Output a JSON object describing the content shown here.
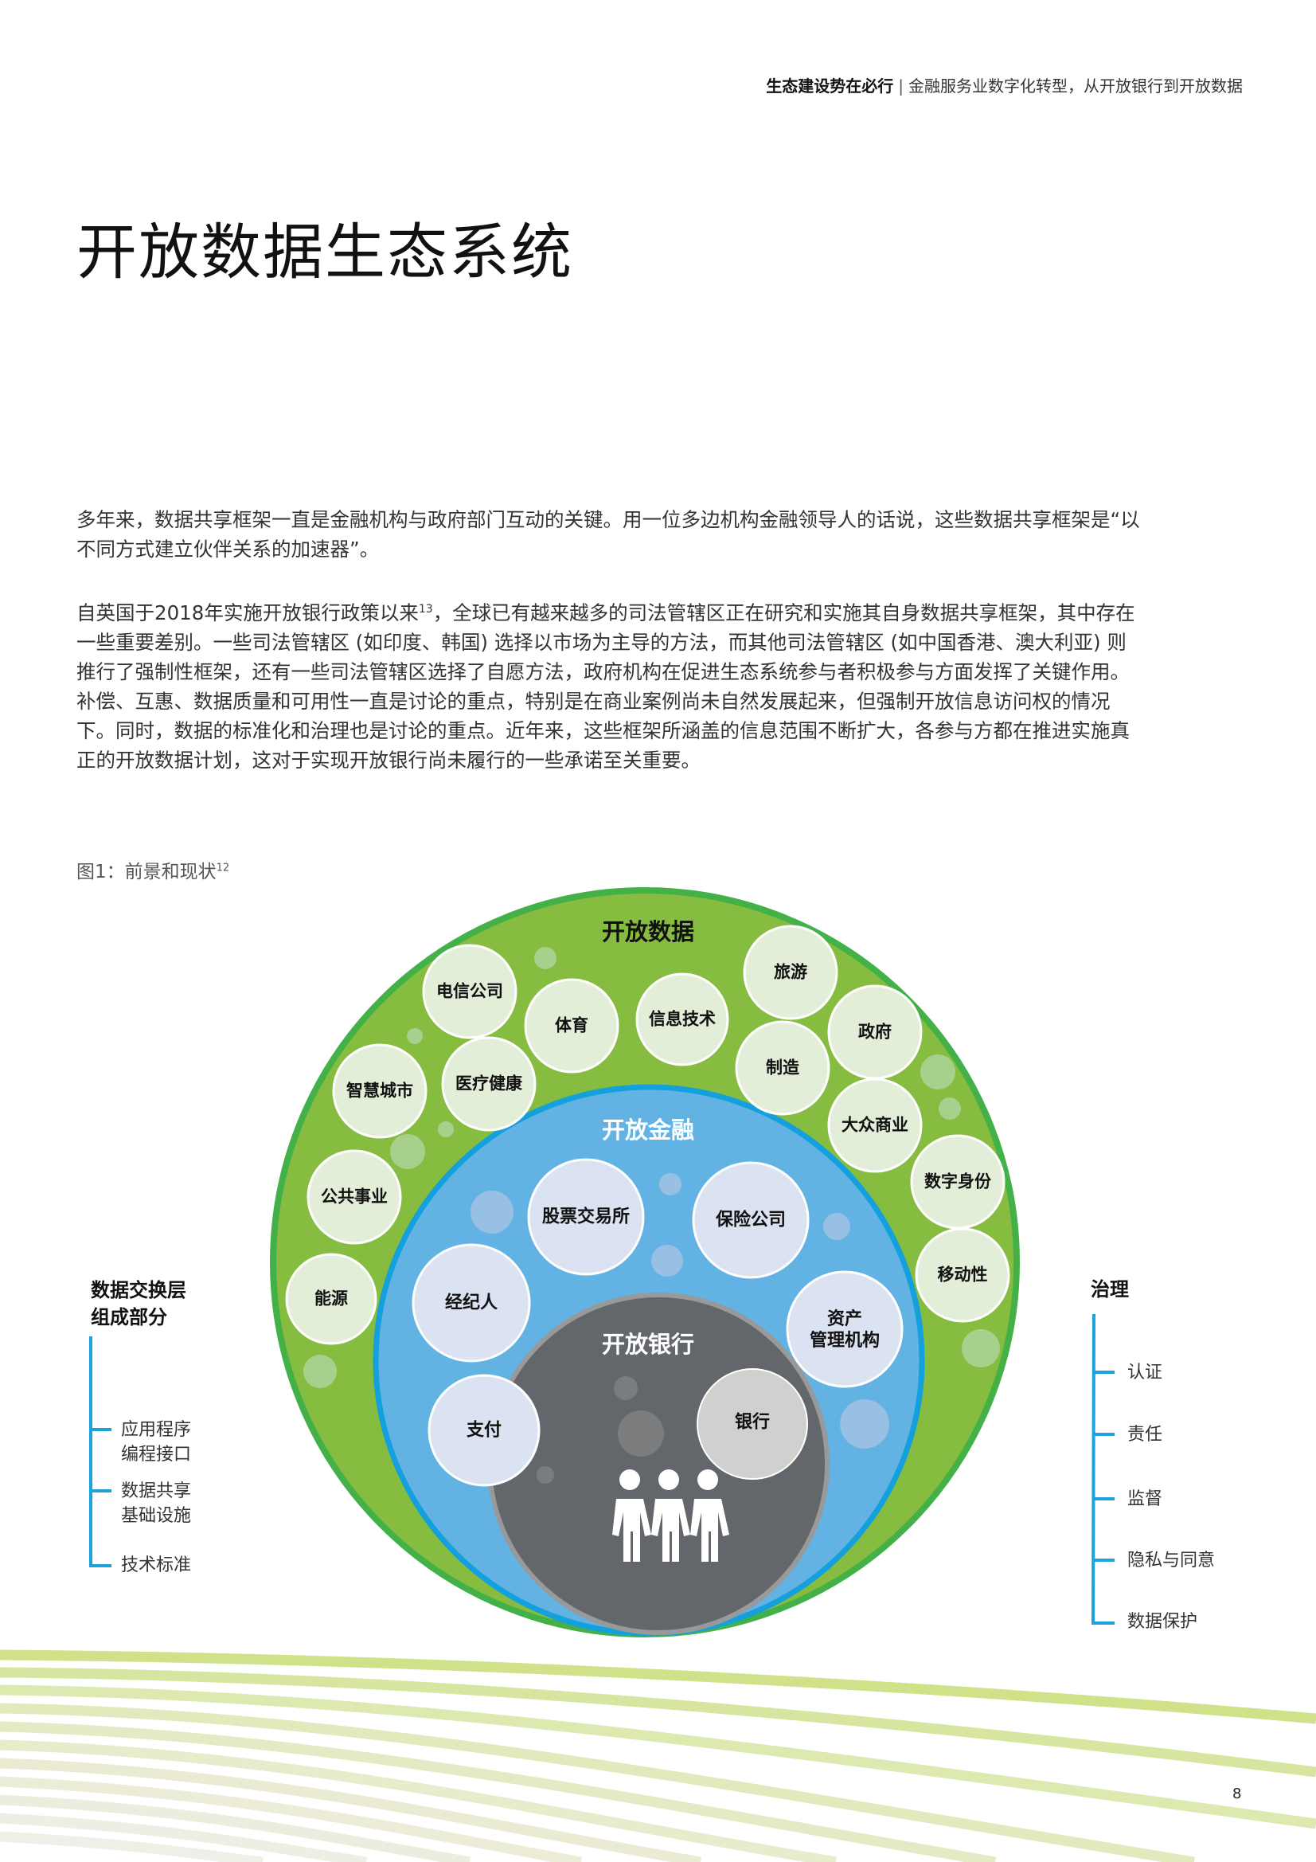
{
  "header": {
    "section": "生态建设势在必行",
    "separator": "|",
    "subtitle": "金融服务业数字化转型，从开放银行到开放数据"
  },
  "page_title": "开放数据生态系统",
  "paragraphs": [
    {
      "text": "多年来，数据共享框架一直是金融机构与政府部门互动的关键。用一位多边机构金融领导人的话说，这些数据共享框架是“以不同方式建立伙伴关系的加速器”。"
    },
    {
      "text_before": "自英国于2018年实施开放银行政策以来",
      "footnote": "13",
      "text_after": "，全球已有越来越多的司法管辖区正在研究和实施其自身数据共享框架，其中存在一些重要差别。一些司法管辖区 (如印度、韩国) 选择以市场为主导的方法，而其他司法管辖区 (如中国香港、澳大利亚) 则推行了强制性框架，还有一些司法管辖区选择了自愿方法，政府机构在促进生态系统参与者积极参与方面发挥了关键作用。补偿、互惠、数据质量和可用性一直是讨论的重点，特别是在商业案例尚未自然发展起来，但强制开放信息访问权的情况下。同时，数据的标准化和治理也是讨论的重点。近年来，这些框架所涵盖的信息范围不断扩大，各参与方都在推进实施真正的开放数据计划，这对于实现开放银行尚未履行的一些承诺至关重要。"
    }
  ],
  "figure": {
    "caption": "图1：前景和现状",
    "caption_footnote": "12",
    "colors": {
      "open_data_ring": "#86bc40",
      "open_data_border": "#43b048",
      "open_finance_ring": "#62b3e4",
      "open_finance_border": "#14a0dc",
      "open_banking_core": "#63666a",
      "open_banking_border": "#97999b",
      "green_bubble": "#e3eed9",
      "blue_bubble": "#dbe3f2",
      "gray_bubble": "#d0d0ce",
      "connector_line": "#1ba3dd"
    },
    "rings": {
      "open_data": {
        "title": "开放数据",
        "members": [
          "电信公司",
          "体育",
          "信息技术",
          "旅游",
          "政府",
          "智慧城市",
          "医疗健康",
          "制造",
          "大众商业",
          "公共事业",
          "数字身份",
          "能源",
          "移动性"
        ]
      },
      "open_finance": {
        "title": "开放金融",
        "members": [
          "股票交易所",
          "保险公司",
          "经纪人",
          "资产\n管理机构",
          "支付"
        ]
      },
      "open_banking": {
        "title": "开放银行",
        "members": [
          "银行"
        ],
        "icon": "people-group-icon"
      }
    },
    "left_panel": {
      "title_lines": [
        "数据交换层",
        "组成部分"
      ],
      "items": [
        {
          "lines": [
            "应用程序",
            "编程接口"
          ]
        },
        {
          "lines": [
            "数据共享",
            "基础设施"
          ]
        },
        {
          "lines": [
            "技术标准"
          ]
        }
      ]
    },
    "right_panel": {
      "title": "治理",
      "items": [
        "认证",
        "责任",
        "监督",
        "隐私与同意",
        "数据保护"
      ]
    }
  },
  "page_number": "8"
}
